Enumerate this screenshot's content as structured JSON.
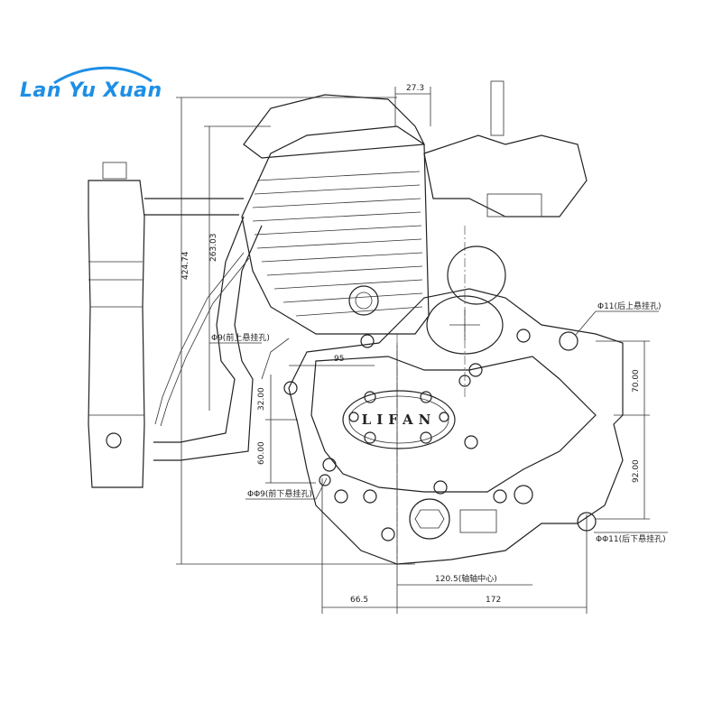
{
  "logo": {
    "text": "Lan Yu Xuan",
    "color": "#1d8fe6"
  },
  "dimensions": {
    "top_offset": "27.3",
    "total_height": "424.74",
    "cylinder_height": "263.03",
    "width_95": "95",
    "left_32": "32.00",
    "left_60": "60.00",
    "right_70": "70.00",
    "right_92": "92.00",
    "bottom_66": "66.5",
    "bottom_120": "120.5(轴轴中心)",
    "bottom_172": "172"
  },
  "callouts": {
    "phi11_rear_upper": "Φ11(后上悬挂孔)",
    "phi9_front_upper": "Φ9(前上悬挂孔)",
    "phi9_front_lower": "ΦΦ9(前下悬挂孔)",
    "phi11_rear_lower": "ΦΦ11(后下悬挂孔)"
  },
  "cover_brand": "LIFAN",
  "colors": {
    "line": "#222222",
    "background": "#ffffff"
  }
}
